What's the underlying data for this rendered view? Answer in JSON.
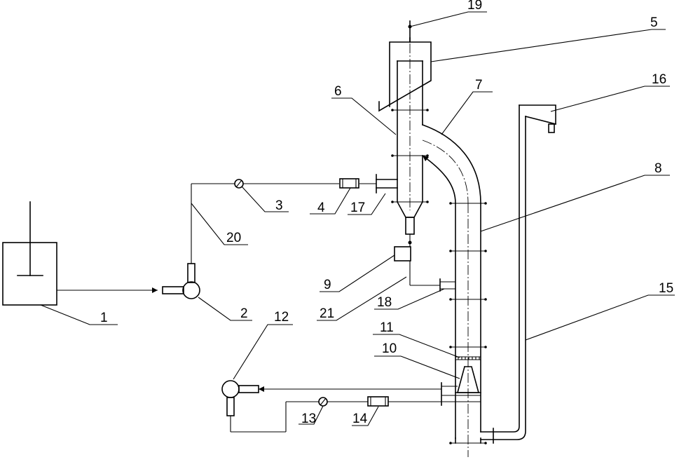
{
  "diagram": {
    "labels": {
      "l1": "1",
      "l2": "2",
      "l3": "3",
      "l4": "4",
      "l5": "5",
      "l6": "6",
      "l7": "7",
      "l8": "8",
      "l9": "9",
      "l10": "10",
      "l11": "11",
      "l12": "12",
      "l13": "13",
      "l14": "14",
      "l15": "15",
      "l16": "16",
      "l17": "17",
      "l18": "18",
      "l19": "19",
      "l20": "20",
      "l21": "21"
    },
    "colors": {
      "stroke": "#000000",
      "background": "#ffffff"
    }
  }
}
